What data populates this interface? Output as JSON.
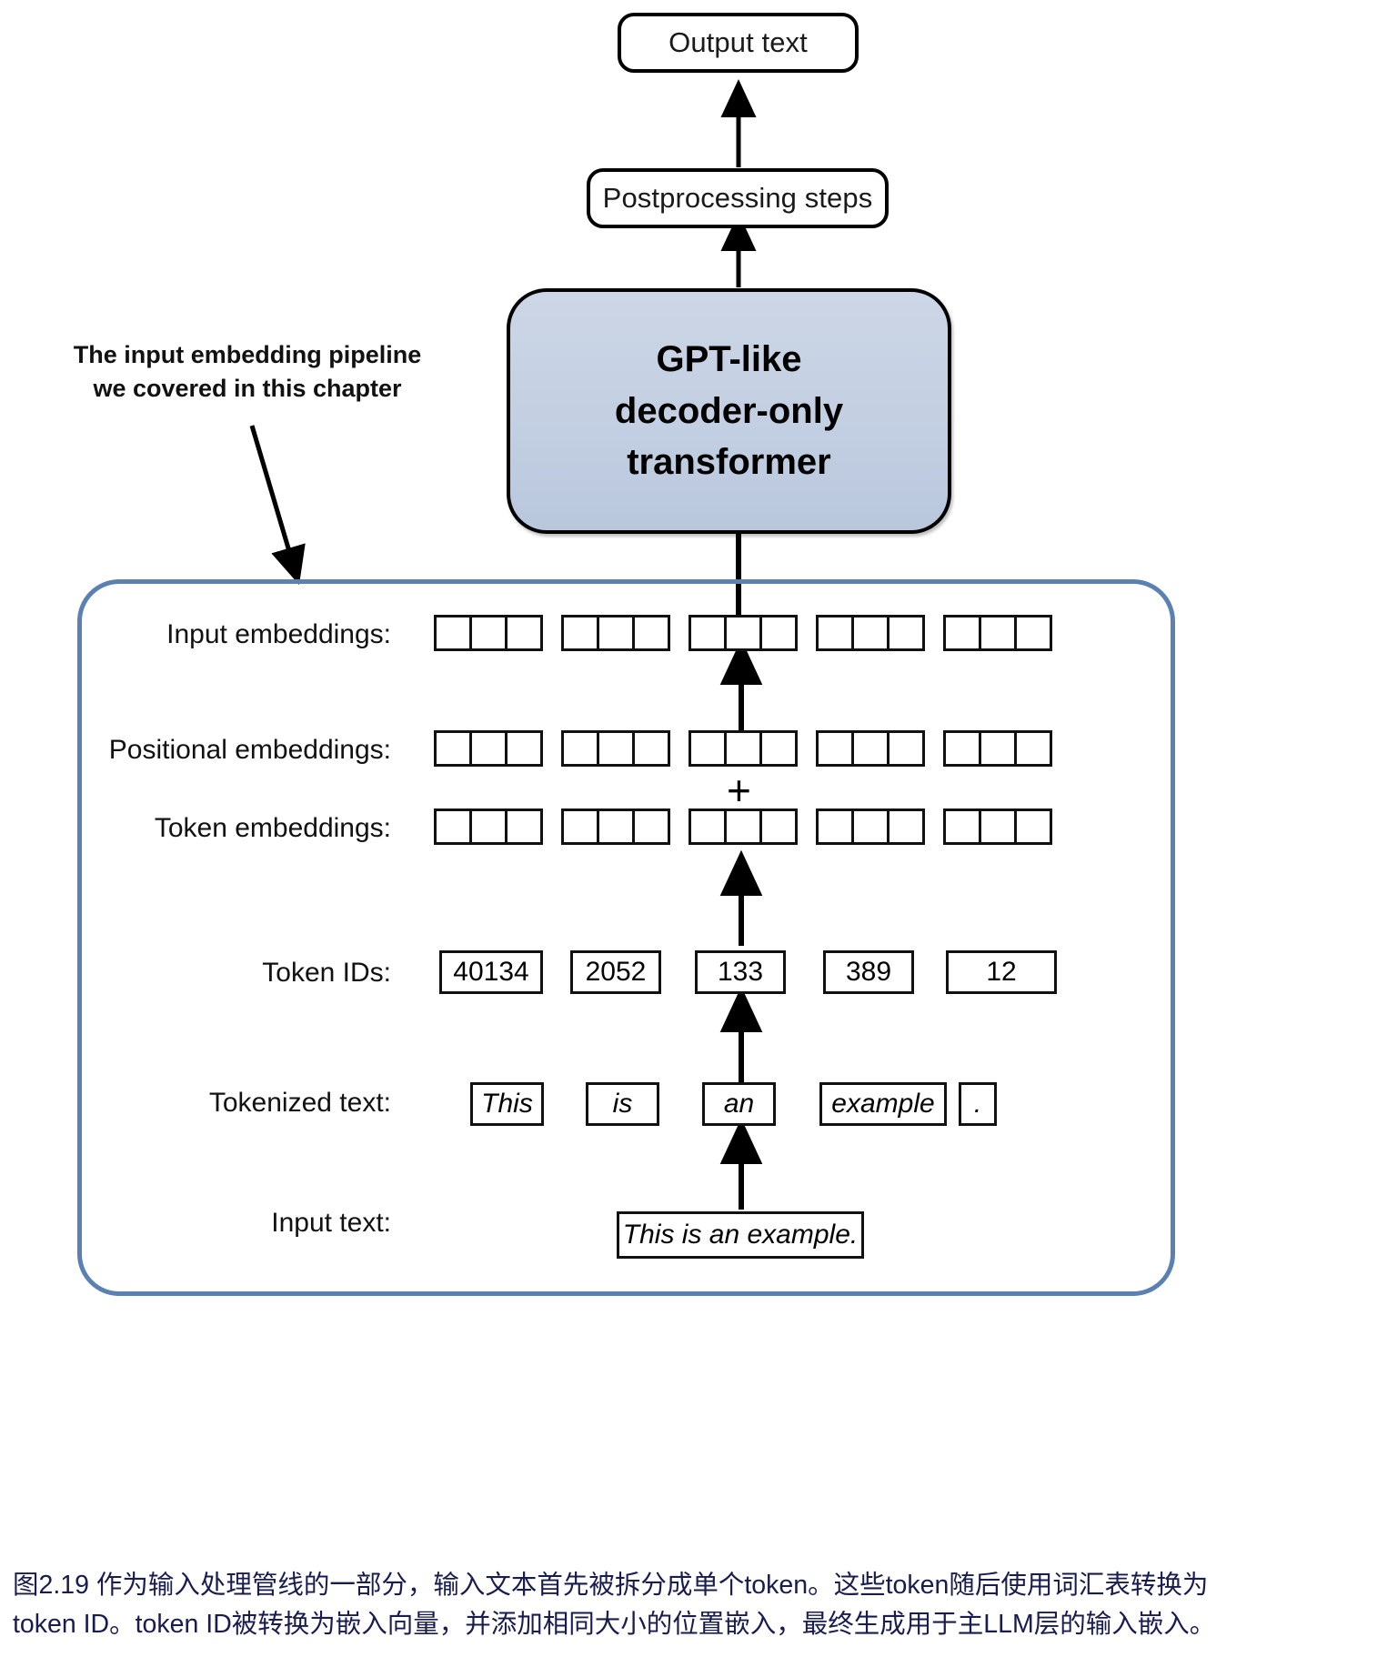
{
  "diagram": {
    "output_box": {
      "label": "Output text"
    },
    "postprocessing_box": {
      "label": "Postprocessing steps"
    },
    "transformer_box": {
      "label": "GPT-like\ndecoder-only\ntransformer"
    },
    "annotation": {
      "text": "The input embedding pipeline\nwe covered in this chapter"
    },
    "plus_symbol": "+",
    "rows": {
      "input_embeddings": {
        "label": "Input embeddings:",
        "groups": [
          {
            "cells": 3
          },
          {
            "cells": 3
          },
          {
            "cells": 3
          },
          {
            "cells": 3
          },
          {
            "cells": 3
          }
        ]
      },
      "positional_embeddings": {
        "label": "Positional embeddings:",
        "groups": [
          {
            "cells": 3
          },
          {
            "cells": 3
          },
          {
            "cells": 3
          },
          {
            "cells": 3
          },
          {
            "cells": 3
          }
        ]
      },
      "token_embeddings": {
        "label": "Token embeddings:",
        "groups": [
          {
            "cells": 3
          },
          {
            "cells": 3
          },
          {
            "cells": 3
          },
          {
            "cells": 3
          },
          {
            "cells": 3
          }
        ]
      },
      "token_ids": {
        "label": "Token IDs:",
        "values": [
          "40134",
          "2052",
          "133",
          "389",
          "12"
        ]
      },
      "tokenized_text": {
        "label": "Tokenized text:",
        "values": [
          "This",
          "is",
          "an",
          "example",
          "."
        ]
      },
      "input_text": {
        "label": "Input text:",
        "value": "This is an example."
      }
    },
    "colors": {
      "transformer_fill": "#c3cfe2",
      "pipeline_border": "#5b80b2",
      "caption_text": "#191c4e",
      "stroke": "#000000"
    }
  },
  "caption": {
    "text": "图2.19 作为输入处理管线的一部分，输入文本首先被拆分成单个token。这些token随后使用词汇表转换为\ntoken ID。token ID被转换为嵌入向量，并添加相同大小的位置嵌入，最终生成用于主LLM层的输入嵌入。"
  }
}
